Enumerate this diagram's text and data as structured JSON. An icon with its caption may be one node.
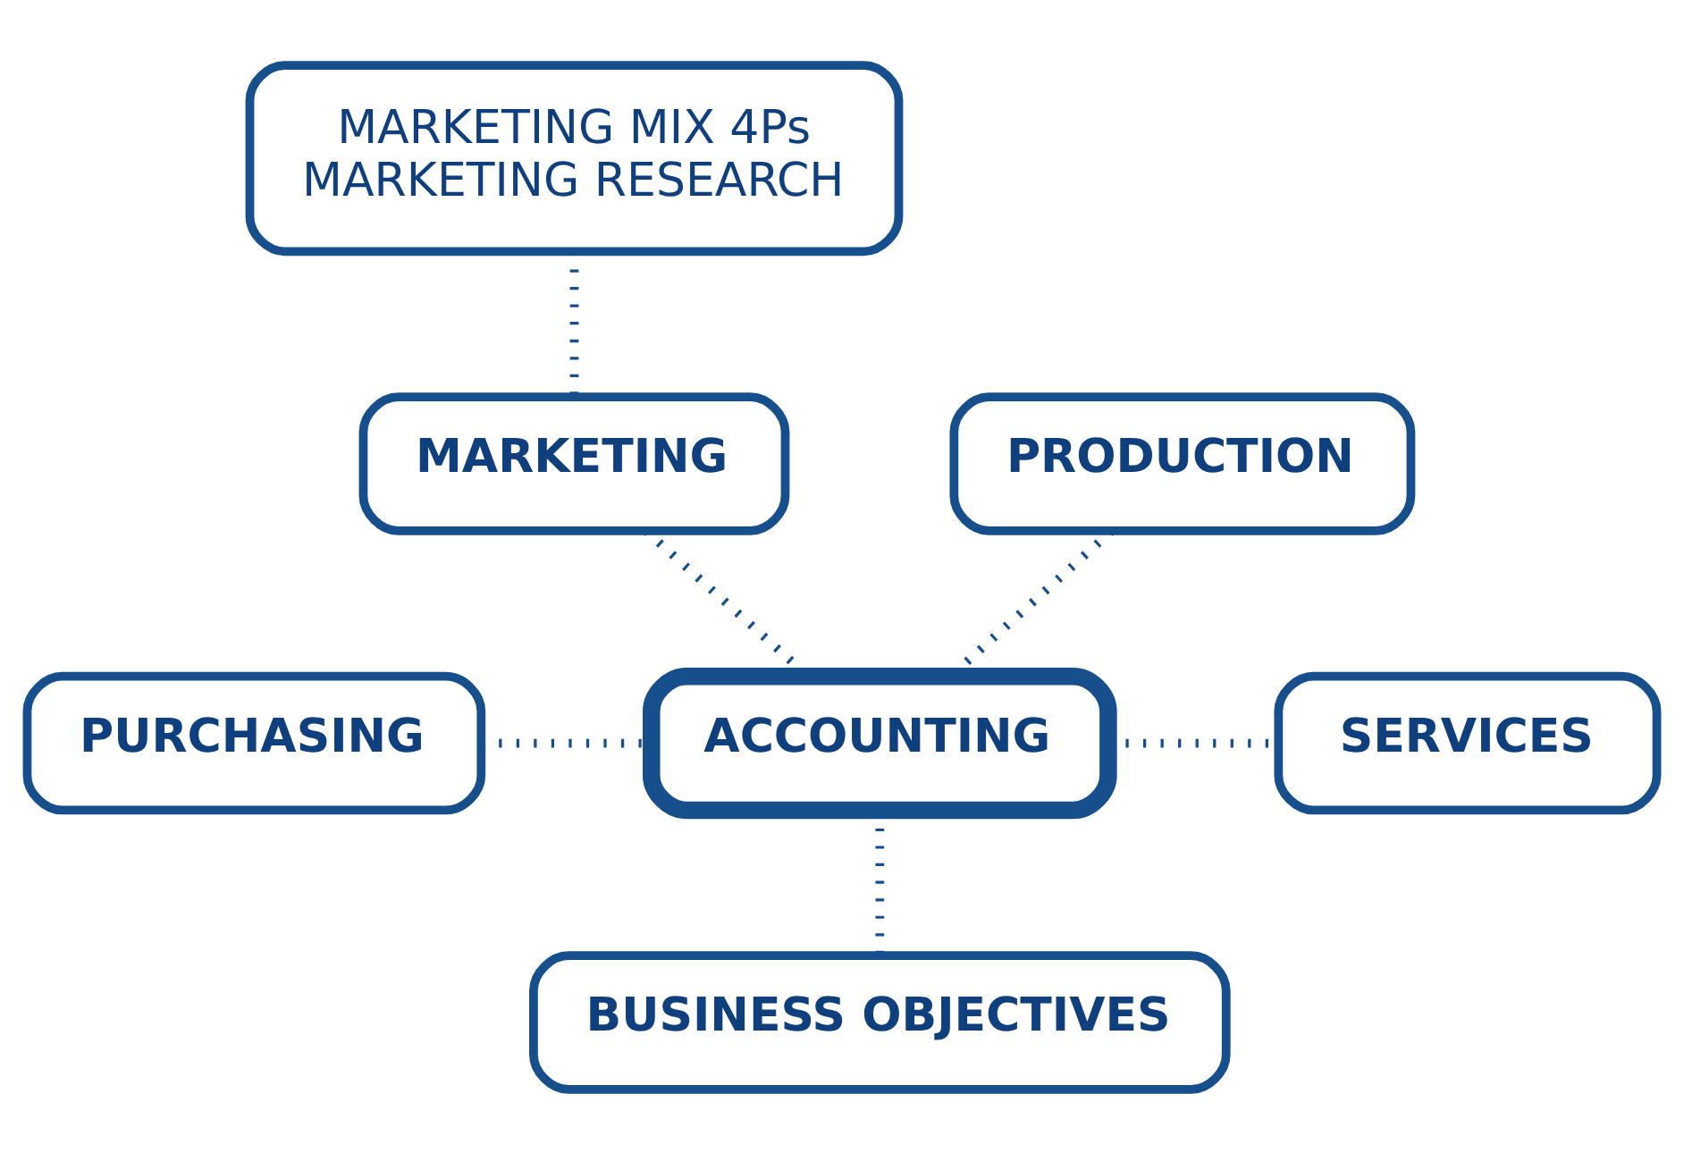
{
  "diagram": {
    "nodes": [
      {
        "text": [
          "MARKETING MIX 4Ps",
          "MARKETING RESEARCH"
        ]
      },
      {
        "text": [
          "PRODUCTION"
        ]
      },
      {
        "text": [
          "MARKETING"
        ]
      },
      {
        "text": [
          "PURCHASING"
        ]
      },
      {
        "text": [
          "ACCOUNTING"
        ]
      },
      {
        "text": [
          "SERVICES"
        ]
      },
      {
        "text": [
          "BUSINESS OBJECTIVES"
        ]
      }
    ],
    "edges": [
      {
        "from": 0,
        "to": 2,
        "arrow": "none"
      },
      {
        "from": 1,
        "to": 4,
        "arrow": "none"
      },
      {
        "from": 2,
        "to": 4,
        "arrow": "none"
      },
      {
        "from": 3,
        "to": 4,
        "arrow": "none"
      },
      {
        "from": 4,
        "to": 5,
        "arrow": "none"
      },
      {
        "from": 4,
        "to": 6,
        "arrow": "none"
      }
    ]
  }
}
